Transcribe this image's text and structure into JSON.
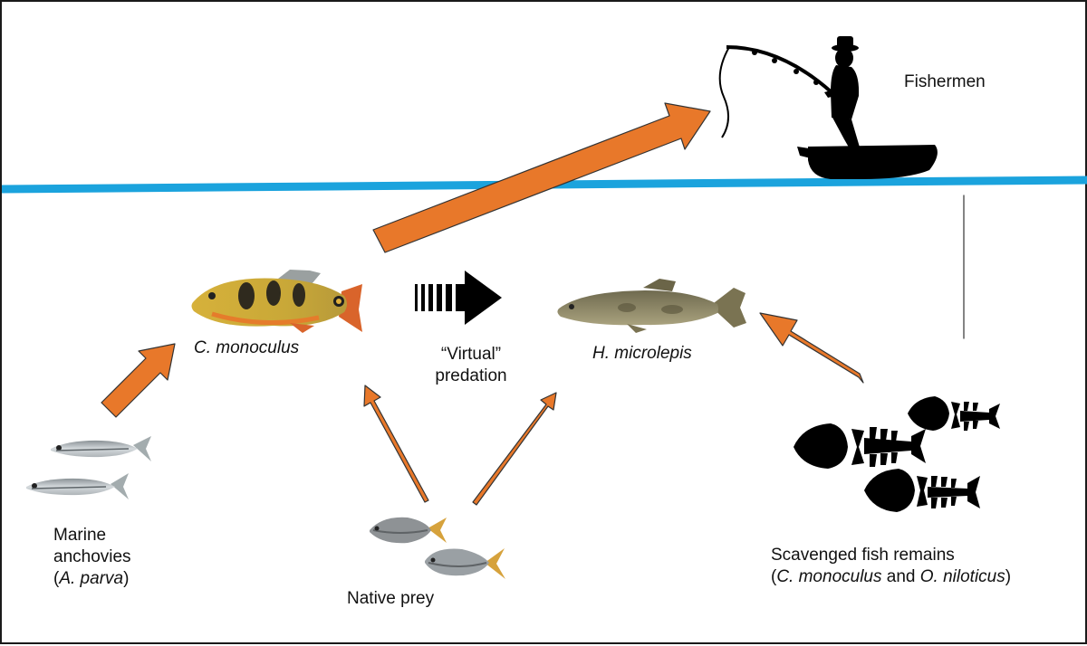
{
  "colors": {
    "water": "#1ba3dd",
    "arrow": "#e8782a",
    "arrow_outline": "#333333",
    "silhouette": "#000000"
  },
  "icons": {
    "fishermen": "fisherman-boat-icon",
    "remains": "fish-skeleton-icon",
    "virtual": "striped-arrow-icon"
  },
  "labels": {
    "fishermen": "Fishermen",
    "c_monoculus": "C. monoculus",
    "h_microlepis": "H. microlepis",
    "virtual_line1": "“Virtual”",
    "virtual_line2": "predation",
    "anchovies_line1": "Marine",
    "anchovies_line2": "anchovies",
    "anchovies_open": "(",
    "anchovies_species": "A. parva",
    "anchovies_close": ")",
    "native_prey": "Native prey",
    "remains_line1": "Scavenged fish remains",
    "remains_open": "(",
    "remains_species1": "C. monoculus",
    "remains_and": " and ",
    "remains_species2": "O. niloticus",
    "remains_close": ")"
  }
}
